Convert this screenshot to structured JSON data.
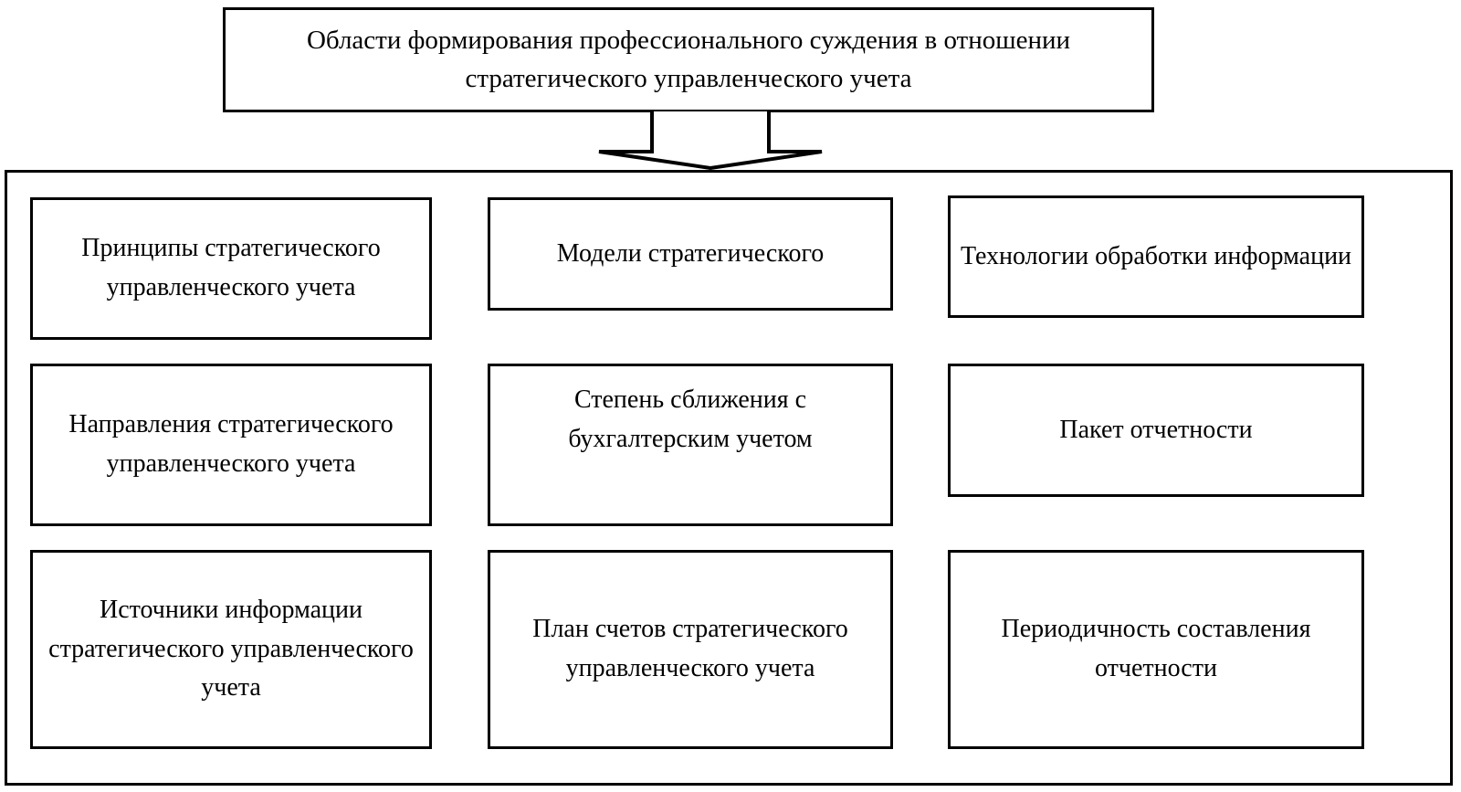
{
  "diagram": {
    "title": {
      "text": "Области формирования профессионального суждения в отношении стратегического управленческого учета"
    },
    "connector": {
      "icon_name": "down-block-arrow",
      "direction": "down"
    },
    "columns": [
      {
        "name": "column-1",
        "cards": [
          {
            "label": "Принципы стратегического управленческого  учета"
          },
          {
            "label": "Направления стратегического управленческого  учета"
          },
          {
            "label": "Источники информации стратегического управленческого  учета"
          }
        ]
      },
      {
        "name": "column-2",
        "cards": [
          {
            "label": "Модели стратегического"
          },
          {
            "label": "Степень сближения с бухгалтерским  учетом"
          },
          {
            "label": "План счетов стратегического управленческого  учета"
          }
        ]
      },
      {
        "name": "column-3",
        "cards": [
          {
            "label": "Технологии обработки информации"
          },
          {
            "label": "Пакет  отчетности"
          },
          {
            "label": "Периодичность составления отчетности"
          }
        ]
      }
    ],
    "colors": {
      "stroke": "#000000",
      "fill": "#ffffff",
      "text": "#000000"
    }
  }
}
